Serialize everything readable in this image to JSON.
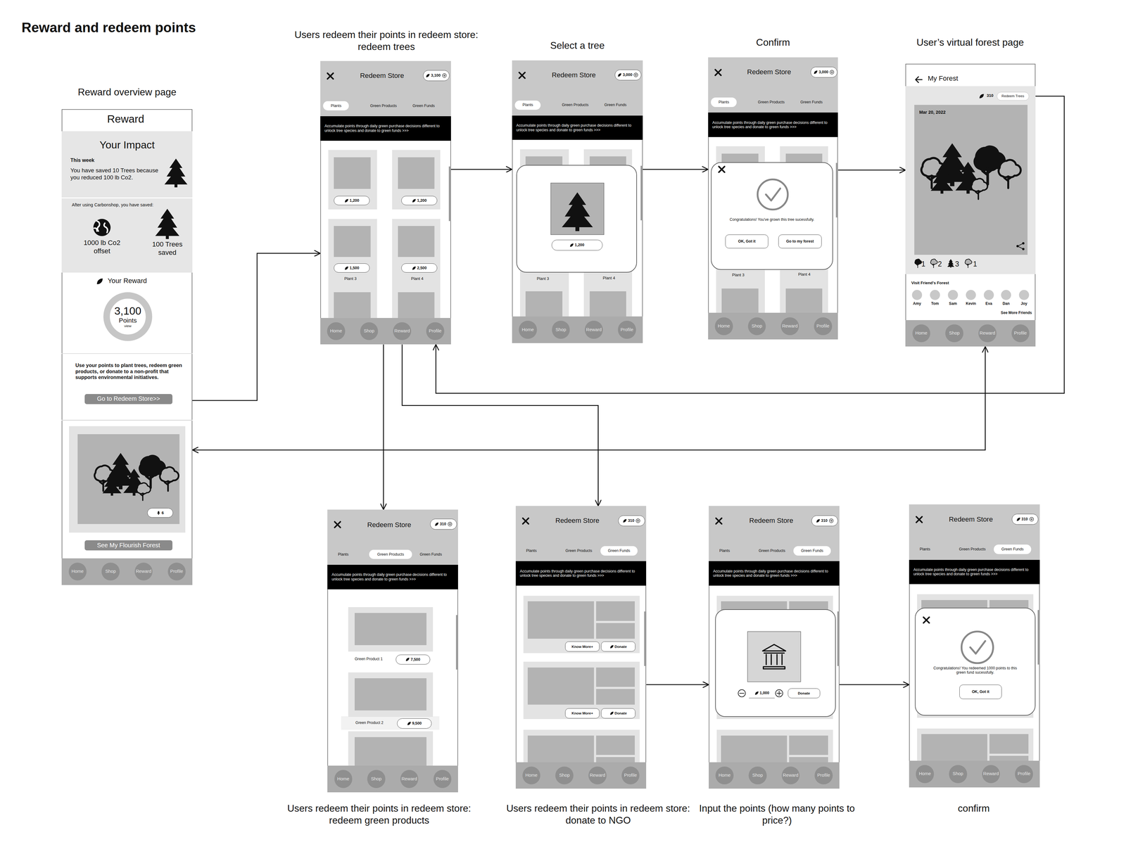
{
  "diagram": {
    "title": "Reward and redeem points",
    "nodes": [
      {
        "text": [
          "Reward overview page"
        ]
      },
      {
        "text": [
          "3,100",
          "Points",
          "view"
        ],
        "in": 0
      },
      {
        "text": [
          "Go to Redeem Store>>"
        ],
        "in": 0
      },
      {
        "text": [
          "6"
        ],
        "in": 0
      },
      {
        "text": [
          "See My Flourish Forest"
        ],
        "in": 0
      },
      {
        "text": [
          "Home"
        ],
        "in": 0
      },
      {
        "text": [
          "Shop"
        ],
        "in": 0
      },
      {
        "text": [
          "Reward"
        ],
        "in": 0
      },
      {
        "text": [
          "Profile"
        ],
        "in": 0
      },
      {
        "text": [
          "Users redeem their points in redeem store: redeem trees"
        ]
      },
      {
        "text": [
          "3,100"
        ],
        "in": 9
      },
      {
        "text": [
          "Plants"
        ],
        "in": 9
      },
      {
        "text": [
          "Green Products"
        ],
        "in": 9
      },
      {
        "text": [
          "Green Funds"
        ],
        "in": 9
      },
      {
        "text": [
          "Accumulate points through daily green purchase decisions different to unlock tree species and donate to green funds >>>"
        ],
        "in": 9
      },
      {
        "text": [
          "1,200"
        ],
        "in": 9
      },
      {
        "text": [
          "1,200"
        ],
        "in": 9
      },
      {
        "text": [
          "1,500"
        ],
        "in": 9
      },
      {
        "text": [
          "2,500"
        ],
        "in": 9
      },
      {
        "text": [
          "Home"
        ],
        "in": 9
      },
      {
        "text": [
          "Shop"
        ],
        "in": 9
      },
      {
        "text": [
          "Reward"
        ],
        "in": 9
      },
      {
        "text": [
          "Profile"
        ],
        "in": 9
      },
      {
        "text": [
          "Select a tree"
        ]
      },
      {
        "text": [
          "3,000"
        ],
        "in": 23
      },
      {
        "text": [
          "Plants"
        ],
        "in": 23
      },
      {
        "text": [
          "Green Products"
        ],
        "in": 23
      },
      {
        "text": [
          "Green Funds"
        ],
        "in": 23
      },
      {
        "text": [
          "Accumulate points through daily green purchase decisions different to unlock tree species and donate to green funds >>>"
        ],
        "in": 23
      },
      {
        "text": [
          "1,200"
        ],
        "in": 23
      },
      {
        "text": [
          "Home"
        ],
        "in": 23
      },
      {
        "text": [
          "Shop"
        ],
        "in": 23
      },
      {
        "text": [
          "Reward"
        ],
        "in": 23
      },
      {
        "text": [
          "Profile"
        ],
        "in": 23
      },
      {
        "text": [
          "Confirm"
        ]
      },
      {
        "text": [
          "3,000"
        ],
        "in": 34
      },
      {
        "text": [
          "Plants"
        ],
        "in": 34
      },
      {
        "text": [
          "Green Products"
        ],
        "in": 34
      },
      {
        "text": [
          "Green Funds"
        ],
        "in": 34
      },
      {
        "text": [
          "Accumulate points through daily green purchase decisions different to unlock tree species and donate to green funds >>>"
        ],
        "in": 34
      },
      {
        "text": [
          "Congratulations! You've grown this tree sucessfully."
        ],
        "in": 34
      },
      {
        "text": [
          "OK, Got it"
        ],
        "in": 40
      },
      {
        "text": [
          "Go to my forest"
        ],
        "in": 40
      },
      {
        "text": [
          "Home"
        ],
        "in": 34
      },
      {
        "text": [
          "Shop"
        ],
        "in": 34
      },
      {
        "text": [
          "Reward"
        ],
        "in": 34
      },
      {
        "text": [
          "Profile"
        ],
        "in": 34
      },
      {
        "text": [
          "User’s virtual forest page"
        ]
      },
      {
        "text": [
          "Redeem Trees"
        ],
        "in": 47
      },
      {
        "text": [
          "Mar 20, 2022"
        ],
        "in": 47
      },
      {
        "text": [
          "Home"
        ],
        "in": 47
      },
      {
        "text": [
          "Shop"
        ],
        "in": 47
      },
      {
        "text": [
          "Reward"
        ],
        "in": 47
      },
      {
        "text": [
          "Profile"
        ],
        "in": 47
      },
      {
        "text": [
          "Users redeem their points in redeem store: redeem green products"
        ]
      },
      {
        "text": [
          "310"
        ],
        "in": 54
      },
      {
        "text": [
          "Plants"
        ],
        "in": 54
      },
      {
        "text": [
          "Green Products"
        ],
        "in": 54
      },
      {
        "text": [
          "Green Funds"
        ],
        "in": 54
      },
      {
        "text": [
          "Accumulate points through daily green purchase decisions different to unlock tree species and donate to green funds >>>"
        ],
        "in": 54
      },
      {
        "text": [
          "7,500"
        ],
        "in": 54
      },
      {
        "text": [
          "9,500"
        ],
        "in": 54
      },
      {
        "text": [
          "Home"
        ],
        "in": 54
      },
      {
        "text": [
          "Shop"
        ],
        "in": 54
      },
      {
        "text": [
          "Reward"
        ],
        "in": 54
      },
      {
        "text": [
          "Profile"
        ],
        "in": 54
      },
      {
        "text": [
          "Users redeem their points in redeem store: donate to NGO"
        ]
      },
      {
        "text": [
          "310"
        ],
        "in": 66
      },
      {
        "text": [
          "Plants"
        ],
        "in": 66
      },
      {
        "text": [
          "Green Products"
        ],
        "in": 66
      },
      {
        "text": [
          "Green Funds"
        ],
        "in": 66
      },
      {
        "text": [
          "Accumulate points through daily green purchase decisions different to unlock tree species and donate to green funds >>>"
        ],
        "in": 66
      },
      {
        "text": [
          "Know More+"
        ],
        "in": 66
      },
      {
        "text": [
          "Donate"
        ],
        "in": 66
      },
      {
        "text": [
          "Know More+"
        ],
        "in": 66
      },
      {
        "text": [
          "Donate"
        ],
        "in": 66
      },
      {
        "text": [
          "Home"
        ],
        "in": 66
      },
      {
        "text": [
          "Shop"
        ],
        "in": 66
      },
      {
        "text": [
          "Reward"
        ],
        "in": 66
      },
      {
        "text": [
          "Profile"
        ],
        "in": 66
      },
      {
        "text": [
          "Input the points (how many points to price?)"
        ]
      },
      {
        "text": [
          "310"
        ],
        "in": 80
      },
      {
        "text": [
          "Plants"
        ],
        "in": 80
      },
      {
        "text": [
          "Green Products"
        ],
        "in": 80
      },
      {
        "text": [
          "Green Funds"
        ],
        "in": 80
      },
      {
        "text": [
          "Accumulate points through daily green purchase decisions different to unlock tree species and donate to green funds >>>"
        ],
        "in": 80
      },
      {
        "text": [
          "1,000"
        ],
        "in": 80
      },
      {
        "text": [
          "Donate"
        ],
        "in": 80
      },
      {
        "text": [
          "Home"
        ],
        "in": 80
      },
      {
        "text": [
          "Shop"
        ],
        "in": 80
      },
      {
        "text": [
          "Reward"
        ],
        "in": 80
      },
      {
        "text": [
          "Profile"
        ],
        "in": 80
      },
      {
        "text": [
          "confirm"
        ]
      },
      {
        "text": [
          "310"
        ],
        "in": 92
      },
      {
        "text": [
          "Plants"
        ],
        "in": 92
      },
      {
        "text": [
          "Green Products"
        ],
        "in": 92
      },
      {
        "text": [
          "Green Funds"
        ],
        "in": 92
      },
      {
        "text": [
          "Accumulate points through daily green purchase decisions different to unlock tree species and donate to green funds >>>"
        ],
        "in": 92
      },
      {
        "text": [
          "Congratulations! You redeemed 1000 points to this green fund sucessfully."
        ],
        "in": 92
      },
      {
        "text": [
          "OK, Got it"
        ],
        "in": 98
      },
      {
        "text": [
          "Home"
        ],
        "in": 92
      },
      {
        "text": [
          "Shop"
        ],
        "in": 92
      },
      {
        "text": [
          "Reward"
        ],
        "in": 92
      },
      {
        "text": [
          "Profile"
        ],
        "in": 92
      }
    ],
    "edges": [
      {
        "from": 2,
        "to": 9,
        "arrow": "to"
      },
      {
        "from": 9,
        "to": 23,
        "arrow": "to"
      },
      {
        "from": 23,
        "to": 34,
        "arrow": "to"
      },
      {
        "from": 34,
        "to": 47,
        "arrow": "to"
      },
      {
        "from": 48,
        "to": 9,
        "arrow": "to"
      },
      {
        "from": 9,
        "to": 54,
        "arrow": "to"
      },
      {
        "from": 9,
        "to": 66,
        "arrow": "to"
      },
      {
        "from": 66,
        "to": 80,
        "arrow": "to"
      },
      {
        "from": 80,
        "to": 92,
        "arrow": "to"
      },
      {
        "from": 47,
        "to": 0,
        "arrow": "both"
      }
    ],
    "labels": [
      "Reward",
      "Your Impact",
      "This week",
      "You have saved 10 Trees because you reduced 100 lb Co2.",
      "After using Carbonshop, you have saved:",
      "1000 lb Co2 offset",
      "100 Trees saved",
      "Your Reward",
      "Use your points to plant trees, redeem green products, or donate to a non-profit that supports environmental initiatives.",
      "Redeem Store",
      "Plant 3",
      "Plant 4",
      "Redeem Store",
      "Plant 3",
      "Plant 4",
      "Redeem Store",
      "Plant 3",
      "Plant 4",
      "My Forest",
      "310",
      "1",
      "2",
      "3",
      "1",
      "Visit Friend's Forest",
      "Amy",
      "Tom",
      "Sam",
      "Kevin",
      "Eva",
      "Dan",
      "Joy",
      "See More Friends",
      "Redeem Store",
      "Green Product 1",
      "Green Product 2",
      "Redeem Store",
      "Redeem Store",
      "Redeem Store"
    ]
  }
}
